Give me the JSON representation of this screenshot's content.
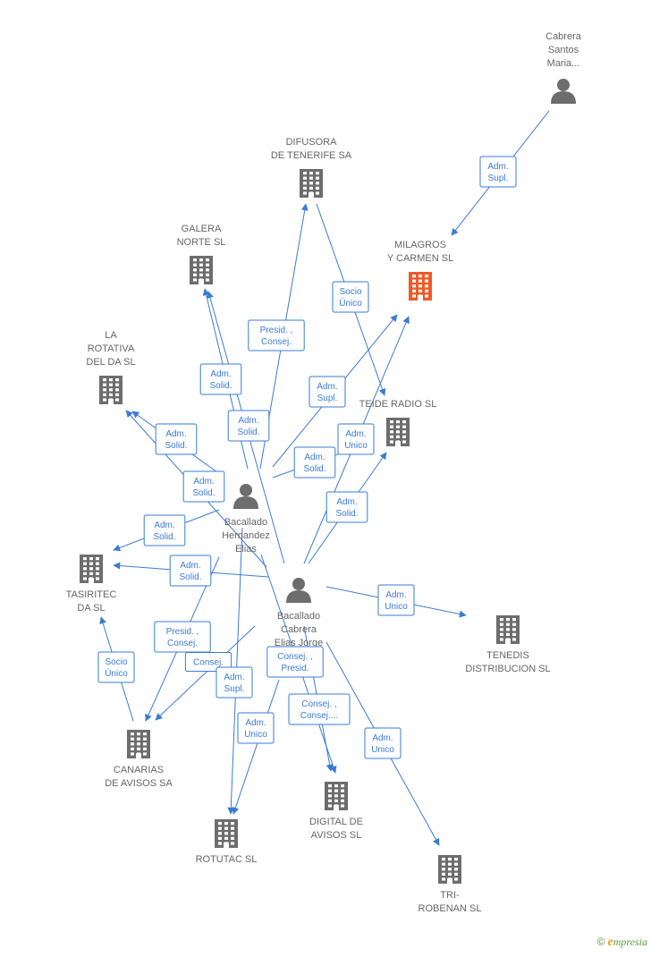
{
  "colors": {
    "edge": "#3a7bd5",
    "company": "#6d6d6d",
    "highlight": "#f05a28",
    "person": "#6d6d6d"
  },
  "nodes": [
    {
      "id": "cabrera_santos",
      "type": "person",
      "label": [
        "Cabrera",
        "Santos",
        "Maria..."
      ]
    },
    {
      "id": "difusora",
      "type": "company",
      "label": [
        "DIFUSORA",
        "DE TENERIFE SA"
      ]
    },
    {
      "id": "milagros",
      "type": "company-highlight",
      "label": [
        "MILAGROS",
        "Y CARMEN SL"
      ]
    },
    {
      "id": "galera",
      "type": "company",
      "label": [
        "GALERA",
        "NORTE  SL"
      ]
    },
    {
      "id": "rotativa",
      "type": "company",
      "label": [
        "LA",
        "ROTATIVA",
        "DEL DA SL"
      ]
    },
    {
      "id": "teide",
      "type": "company",
      "label": [
        "TEIDE RADIO SL"
      ]
    },
    {
      "id": "bacallado_hernandez",
      "type": "person",
      "label": [
        "Bacallado",
        "Hernandez",
        "Elias"
      ]
    },
    {
      "id": "tasiritec",
      "type": "company",
      "label": [
        "TASIRITEC",
        "DA  SL"
      ]
    },
    {
      "id": "bacallado_cabrera",
      "type": "person",
      "label": [
        "Bacallado",
        "Cabrera",
        "Elias Jorge"
      ]
    },
    {
      "id": "tenedis",
      "type": "company",
      "label": [
        "TENEDIS",
        "DISTRIBUCION SL"
      ]
    },
    {
      "id": "canarias",
      "type": "company",
      "label": [
        "CANARIAS",
        "DE AVISOS SA"
      ]
    },
    {
      "id": "digital",
      "type": "company",
      "label": [
        "DIGITAL DE",
        "AVISOS SL"
      ]
    },
    {
      "id": "rotutac",
      "type": "company",
      "label": [
        "ROTUTAC SL"
      ]
    },
    {
      "id": "tri",
      "type": "company",
      "label": [
        "TRI-",
        "ROBENAN SL"
      ]
    }
  ],
  "edges": [
    {
      "from": "cabrera_santos",
      "to": "milagros",
      "label": [
        "Adm.",
        "Supl."
      ]
    },
    {
      "from": "bacallado_hernandez",
      "to": "difusora",
      "label": [
        "Presid. ,",
        "Consej."
      ]
    },
    {
      "from": "difusora",
      "to": "teide",
      "label": [
        "Socio",
        "Único"
      ]
    },
    {
      "from": "bacallado_hernandez",
      "to": "galera",
      "label": [
        "Adm.",
        "Solid."
      ]
    },
    {
      "from": "bacallado_cabrera",
      "to": "galera",
      "label": [
        "Adm.",
        "Solid."
      ]
    },
    {
      "from": "bacallado_hernandez",
      "to": "milagros",
      "label": [
        "Adm.",
        "Supl."
      ]
    },
    {
      "from": "bacallado_cabrera",
      "to": "milagros",
      "label": [
        "Adm.",
        "Unico"
      ]
    },
    {
      "from": "bacallado_hernandez",
      "to": "rotativa",
      "label": [
        "Adm.",
        "Solid."
      ]
    },
    {
      "from": "bacallado_cabrera",
      "to": "rotativa",
      "label": [
        "Adm.",
        "Solid."
      ]
    },
    {
      "from": "bacallado_hernandez",
      "to": "teide",
      "label": [
        "Adm.",
        "Solid."
      ]
    },
    {
      "from": "bacallado_cabrera",
      "to": "teide",
      "label": [
        "Adm.",
        "Solid."
      ]
    },
    {
      "from": "bacallado_hernandez",
      "to": "tasiritec",
      "label": [
        "Adm.",
        "Solid."
      ]
    },
    {
      "from": "bacallado_cabrera",
      "to": "tasiritec",
      "label": [
        "Adm.",
        "Solid."
      ]
    },
    {
      "from": "bacallado_cabrera",
      "to": "tenedis",
      "label": [
        "Adm.",
        "Unico"
      ]
    },
    {
      "from": "bacallado_hernandez",
      "to": "canarias",
      "label": [
        "Presid. ,",
        "Consej."
      ]
    },
    {
      "from": "bacallado_cabrera",
      "to": "canarias",
      "label": [
        "Consej."
      ]
    },
    {
      "from": "canarias",
      "to": "tasiritec",
      "label": [
        "Socio",
        "Único"
      ]
    },
    {
      "from": "bacallado_hernandez",
      "to": "rotutac",
      "label": [
        "Adm.",
        "Supl."
      ]
    },
    {
      "from": "bacallado_cabrera",
      "to": "rotutac",
      "label": [
        "Adm.",
        "Unico"
      ]
    },
    {
      "from": "bacallado_cabrera",
      "to": "digital",
      "label": [
        "Consej. ,",
        "Presid."
      ]
    },
    {
      "from": "bacallado_hernandez",
      "to": "digital",
      "label": [
        "Consej. ,",
        "Consej...."
      ]
    },
    {
      "from": "bacallado_cabrera",
      "to": "tri",
      "label": [
        "Adm.",
        "Unico"
      ]
    }
  ],
  "brand": {
    "copyright": "©",
    "first_letter": "e",
    "rest": "mpresia"
  }
}
